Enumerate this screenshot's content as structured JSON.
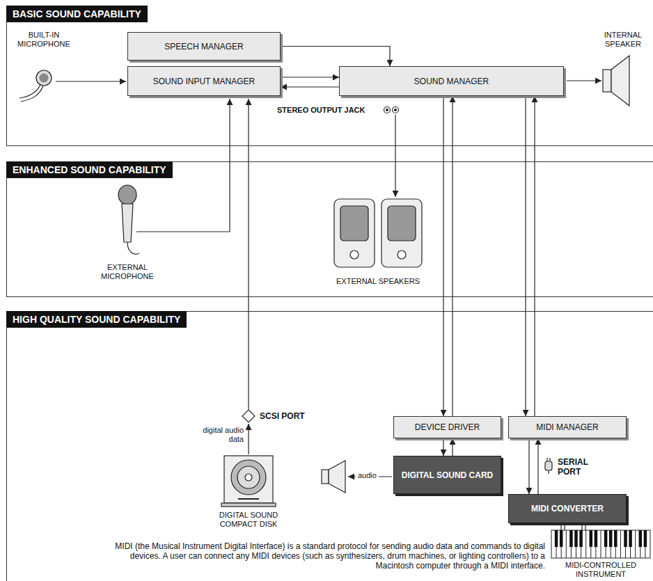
{
  "diagram": {
    "nodes": [
      {
        "text": [
          "BASIC SOUND CAPABILITY"
        ]
      },
      {
        "text": [
          "SPEECH MANAGER"
        ],
        "in": 0
      },
      {
        "text": [
          "SOUND INPUT MANAGER"
        ],
        "in": 0
      },
      {
        "text": [
          "SOUND MANAGER"
        ],
        "in": 0
      },
      {
        "text": [
          "ENHANCED SOUND CAPABILITY"
        ]
      },
      {
        "text": [
          "HIGH QUALITY SOUND CAPABILITY"
        ]
      },
      {
        "text": [
          "DEVICE DRIVER"
        ],
        "in": 5
      },
      {
        "text": [
          "MIDI MANAGER"
        ],
        "in": 5
      },
      {
        "text": [
          "DIGITAL SOUND CARD"
        ],
        "in": 5
      },
      {
        "text": [
          "MIDI CONVERTER"
        ],
        "in": 5
      }
    ],
    "edges": [
      {
        "from": 1,
        "to": 3,
        "arrow": "to"
      },
      {
        "from": 2,
        "to": 3,
        "arrow": "to"
      },
      {
        "from": 3,
        "to": 2,
        "arrow": "to"
      },
      {
        "from": 3,
        "to": 6,
        "arrow": "to"
      },
      {
        "from": 6,
        "to": 3,
        "arrow": "to"
      },
      {
        "from": 3,
        "to": 7,
        "arrow": "to"
      },
      {
        "from": 7,
        "to": 3,
        "arrow": "to"
      },
      {
        "from": 6,
        "to": 8,
        "arrow": "to"
      },
      {
        "from": 8,
        "to": 6,
        "arrow": "to"
      },
      {
        "from": 7,
        "to": 9,
        "arrow": "to"
      },
      {
        "from": 9,
        "to": 7,
        "arrow": "to"
      }
    ],
    "labels": [
      "BUILT-IN MICROPHONE",
      "INTERNAL SPEAKER",
      "STEREO OUTPUT JACK",
      "EXTERNAL MICROPHONE",
      "EXTERNAL SPEAKERS",
      "SCSI PORT",
      "digital audio data",
      "SERIAL PORT",
      "audio",
      "DIGITAL SOUND COMPACT DISK",
      "MIDI-CONTROLLED INSTRUMENT",
      "MIDI (the Musical Instrument Digital Interface) is a standard protocol for sending audio data and commands to digital devices. A user can connect any MIDI devices (such as synthesizers, drum machines, or lighting controllers) to a Macintosh computer through a MIDI interface."
    ]
  }
}
